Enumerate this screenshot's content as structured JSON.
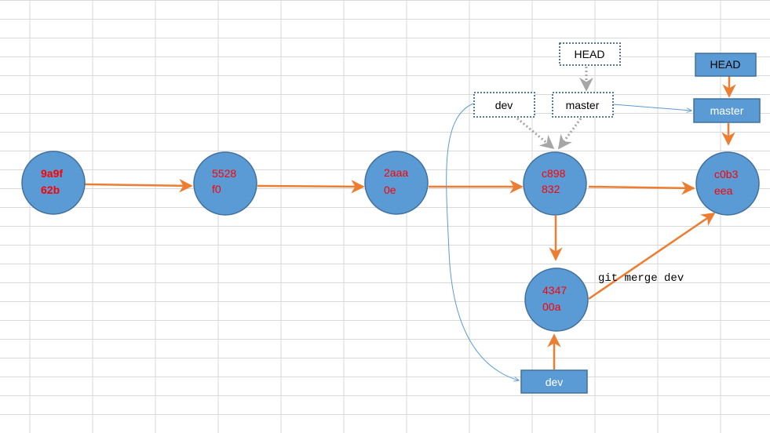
{
  "commits": [
    {
      "id": "9a9f62b",
      "lines": [
        "9a9f",
        "62b"
      ],
      "bold": true
    },
    {
      "id": "5528f0",
      "lines": [
        "5528",
        "f0"
      ],
      "bold": false
    },
    {
      "id": "2aaa0e",
      "lines": [
        "2aaa",
        "0e"
      ],
      "bold": false
    },
    {
      "id": "c898832",
      "lines": [
        "c898",
        "832"
      ],
      "bold": false
    },
    {
      "id": "c0b3eea",
      "lines": [
        "c0b3",
        "eea"
      ],
      "bold": false
    },
    {
      "id": "434700a",
      "lines": [
        "4347",
        "00a"
      ],
      "bold": false
    }
  ],
  "refs": {
    "old_head": "HEAD",
    "old_master": "master",
    "old_dev": "dev",
    "new_head": "HEAD",
    "new_master": "master",
    "new_dev": "dev"
  },
  "command": "git merge dev",
  "colors": {
    "node_fill": "#5b9bd5",
    "node_stroke": "#41719c",
    "commit_text": "#ff0000",
    "arrow": "#ed7d31",
    "dotted_arrow": "#a6a6a6",
    "dotted_border": "#1f4e79",
    "thin_link": "#5b9bd5",
    "grid": "#d9d9d9"
  }
}
